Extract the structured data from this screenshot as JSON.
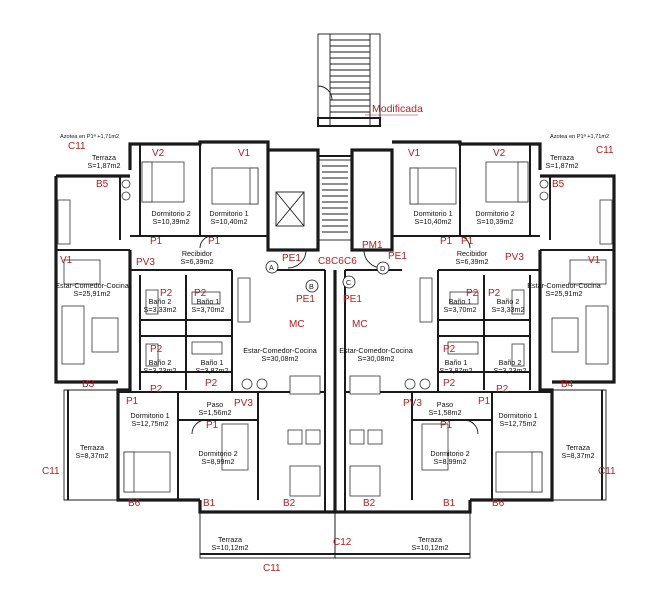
{
  "annotations": {
    "modificada": "Modificada",
    "azotea_left": "Azotea en  P1ª +1,71m2",
    "azotea_right": "Azotea en  P1ª +1,71m2"
  },
  "markers": {
    "A": "A",
    "B": "B",
    "C": "C",
    "D": "D"
  },
  "rooms": [
    {
      "id": "terraza-top-left",
      "name": "Terraza",
      "area": "S=1,87m2"
    },
    {
      "id": "dormitorio2-top-left",
      "name": "Dormitorio 2",
      "area": "S=10,39m2"
    },
    {
      "id": "dormitorio1-top-left",
      "name": "Dormitorio 1",
      "area": "S=10,40m2"
    },
    {
      "id": "recibidor-left",
      "name": "Recibidor",
      "area": "S=6,39m2"
    },
    {
      "id": "estar-left",
      "name": "Estar-Comedor-Cocina",
      "area": "S=25,91m2"
    },
    {
      "id": "bano2-left-a",
      "name": "Baño 2",
      "area": "S=3,33m2"
    },
    {
      "id": "bano1-left-a",
      "name": "Baño 1",
      "area": "S=3,70m2"
    },
    {
      "id": "bano2-left-b",
      "name": "Baño 2",
      "area": "S=3,23m2"
    },
    {
      "id": "bano1-left-b",
      "name": "Baño 1",
      "area": "S=3,87m2"
    },
    {
      "id": "estar-center-left",
      "name": "Estar-Comedor-Cocina",
      "area": "S=30,08m2"
    },
    {
      "id": "paso-left",
      "name": "Paso",
      "area": "S=1,56m2"
    },
    {
      "id": "dormitorio1-bottom-left",
      "name": "Dormitorio 1",
      "area": "S=12,75m2"
    },
    {
      "id": "dormitorio2-bottom-left",
      "name": "Dormitorio 2",
      "area": "S=8,99m2"
    },
    {
      "id": "terraza-side-left",
      "name": "Terraza",
      "area": "S=8,37m2"
    },
    {
      "id": "terraza-bottom-left",
      "name": "Terraza",
      "area": "S=10,12m2"
    },
    {
      "id": "terraza-top-right",
      "name": "Terraza",
      "area": "S=1,87m2"
    },
    {
      "id": "dormitorio1-top-right",
      "name": "Dormitorio 1",
      "area": "S=10,40m2"
    },
    {
      "id": "dormitorio2-top-right",
      "name": "Dormitorio 2",
      "area": "S=10,39m2"
    },
    {
      "id": "recibidor-right",
      "name": "Recibidor",
      "area": "S=6,39m2"
    },
    {
      "id": "estar-right",
      "name": "Estar-Comedor-Cocina",
      "area": "S=25,91m2"
    },
    {
      "id": "bano1-right-a",
      "name": "Baño 1",
      "area": "S=3,70m2"
    },
    {
      "id": "bano2-right-a",
      "name": "Baño 2",
      "area": "S=3,33m2"
    },
    {
      "id": "bano1-right-b",
      "name": "Baño 1",
      "area": "S=3,87m2"
    },
    {
      "id": "bano2-right-b",
      "name": "Baño 2",
      "area": "S=3,23m2"
    },
    {
      "id": "estar-center-right",
      "name": "Estar-Comedor-Cocina",
      "area": "S=30,08m2"
    },
    {
      "id": "paso-right",
      "name": "Paso",
      "area": "S=1,58m2"
    },
    {
      "id": "dormitorio1-bottom-right",
      "name": "Dormitorio 1",
      "area": "S=12,75m2"
    },
    {
      "id": "dormitorio2-bottom-right",
      "name": "Dormitorio 2",
      "area": "S=8,99m2"
    },
    {
      "id": "terraza-side-right",
      "name": "Terraza",
      "area": "S=8,37m2"
    },
    {
      "id": "terraza-bottom-right",
      "name": "Terraza",
      "area": "S=10,12m2"
    }
  ],
  "codes": {
    "c11": "C11",
    "c12": "C12",
    "b1": "B1",
    "b2": "B2",
    "b3": "B3",
    "b4": "B4",
    "b5": "B5",
    "b6": "B6",
    "v1": "V1",
    "v2": "V2",
    "p1": "P1",
    "p2": "P2",
    "pv3": "PV3",
    "pe1": "PE1",
    "pm1": "PM1",
    "mc": "MC",
    "c8": "C8",
    "c6": "C6"
  },
  "colors": {
    "annotation": "#b81c1c",
    "wall": "#1a1a1a",
    "background": "#ffffff"
  }
}
